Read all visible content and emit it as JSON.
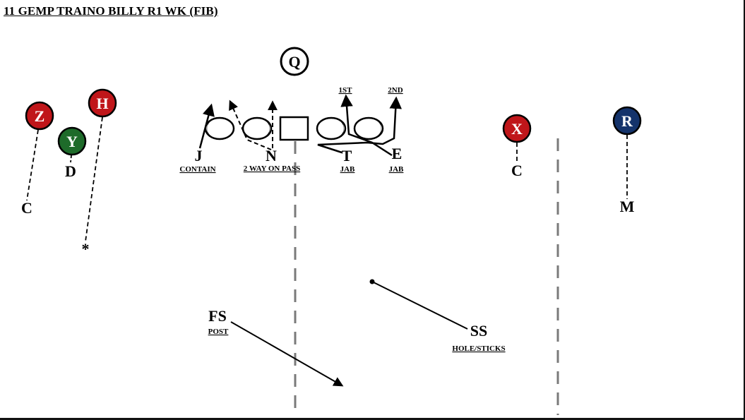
{
  "title": "11 GEMP TRAINO BILLY R1 WK (FIB)",
  "colors": {
    "red": "#c0161a",
    "green": "#1e6b2a",
    "navy": "#14336b",
    "line": "#000000",
    "hash": "#7a7a7a"
  },
  "offense": {
    "q": "Q",
    "z": "Z",
    "h": "H",
    "y": "Y",
    "x": "X",
    "r": "R"
  },
  "defense": {
    "z_defender": "C",
    "y_defender": "D",
    "h_defender": "*",
    "x_defender": "C",
    "r_defender": "M",
    "j": {
      "name": "J",
      "assignment": "CONTAIN"
    },
    "n": {
      "name": "N",
      "assignment": "2 WAY ON PASS"
    },
    "t": {
      "name": "T",
      "assignment": "JAB"
    },
    "e": {
      "name": "E",
      "assignment": "JAB",
      "first": "1ST",
      "second": "2ND"
    },
    "fs": {
      "name": "FS",
      "assignment": "POST"
    },
    "ss": {
      "name": "SS",
      "assignment": "HOLE/STICKS"
    }
  }
}
